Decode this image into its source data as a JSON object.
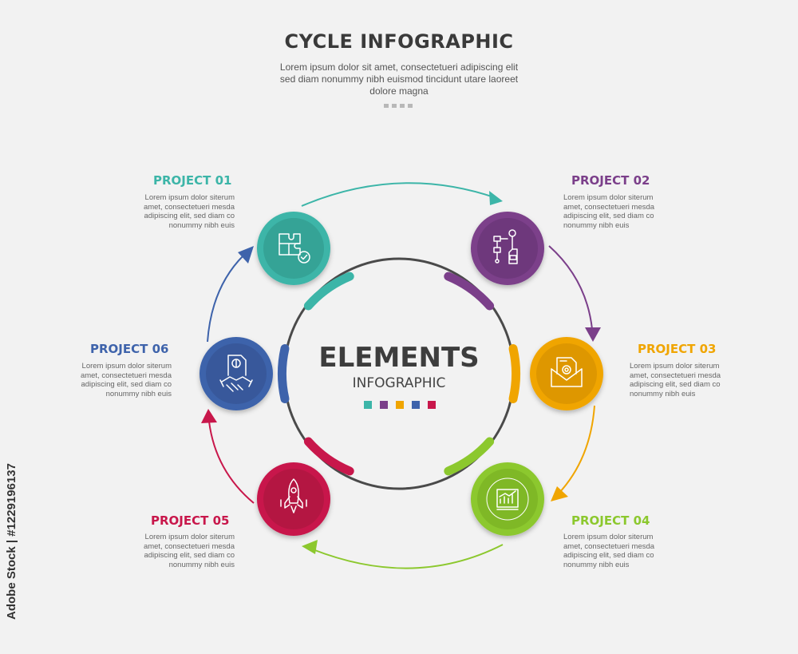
{
  "header": {
    "title": "CYCLE INFOGRAPHIC",
    "subtitle": "Lorem ipsum dolor sit amet, consectetueri adipiscing elit sed diam nonummy nibh euismod tincidunt utare laoreet dolore magna"
  },
  "center": {
    "title": "ELEMENTS",
    "subtitle": "INFOGRAPHIC"
  },
  "projects": [
    {
      "title": "PROJECT 01",
      "desc": "Lorem ipsum dolor siterum amet, consectetueri mesda adipiscing elit, sed diam co nonummy nibh euis",
      "color": "#3cb5a8",
      "icon": "puzzle-icon"
    },
    {
      "title": "PROJECT 02",
      "desc": "Lorem ipsum dolor siterum amet, consectetueri mesda adipiscing elit, sed diam co nonummy nibh euis",
      "color": "#7b3f8a",
      "icon": "robot-hand-icon"
    },
    {
      "title": "PROJECT 03",
      "desc": "Lorem ipsum dolor siterum amet, consectetueri mesda adipiscing elit, sed diam co nonummy nibh euis",
      "color": "#f0a500",
      "icon": "envelope-gear-icon"
    },
    {
      "title": "PROJECT 04",
      "desc": "Lorem ipsum dolor siterum amet, consectetueri mesda adipiscing elit, sed diam co nonummy nibh euis",
      "color": "#8cc82e",
      "icon": "chart-screen-icon"
    },
    {
      "title": "PROJECT 05",
      "desc": "Lorem ipsum dolor siterum amet, consectetueri mesda adipiscing elit, sed diam co nonummy nibh euis",
      "color": "#c8174b",
      "icon": "rocket-icon"
    },
    {
      "title": "PROJECT 06",
      "desc": "Lorem ipsum dolor siterum amet, consectetueri mesda adipiscing elit, sed diam co nonummy nibh euis",
      "color": "#3e63ab",
      "icon": "handshake-document-icon"
    }
  ],
  "watermark": "Adobe Stock | #1229196137"
}
